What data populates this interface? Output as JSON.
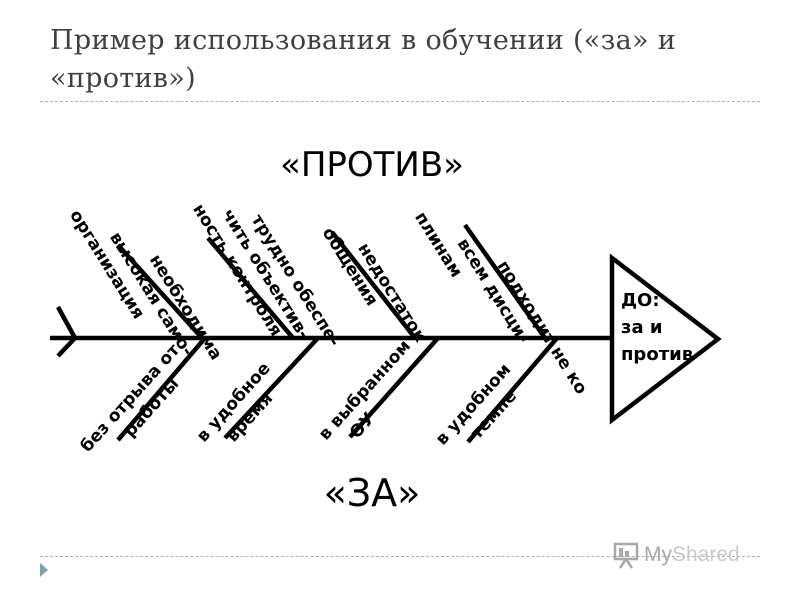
{
  "slide": {
    "title_line1": "Пример использования в обучении («за» и",
    "title_line2": "«против»)"
  },
  "diagram": {
    "top_heading": "«ПРОТИВ»",
    "bottom_heading": "«ЗА»",
    "head": [
      "ДО:",
      "за и",
      "против"
    ],
    "against": [
      [
        "необходима",
        "высокая само-",
        "организация"
      ],
      [
        "трудно обеспе-",
        "чить объектив-",
        "ность контроля"
      ],
      [
        "недостаток",
        "общения"
      ],
      [
        "подходит не ко",
        "всем дисци-",
        "плинам"
      ]
    ],
    "for": [
      [
        "без отрыва от",
        "работы"
      ],
      [
        "в удобное",
        "время"
      ],
      [
        "в выбранном",
        "ОУ"
      ],
      [
        "в удобном",
        "темпе"
      ]
    ]
  },
  "watermark": {
    "text_prefix": "My",
    "text_suffix": "Shared"
  }
}
